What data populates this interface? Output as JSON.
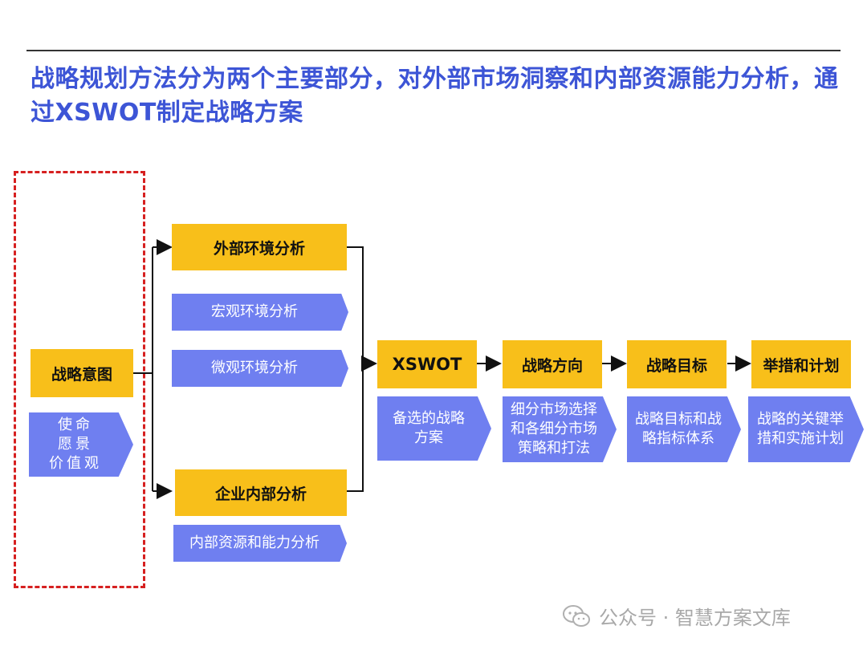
{
  "title": "战略规划方法分为两个主要部分，对外部市场洞察和内部资源能力分析，通过XSWOT制定战略方案",
  "boxes": {
    "intent": "战略意图",
    "external": "外部环境分析",
    "internal": "企业内部分析",
    "xswot": "XSWOT",
    "direction": "战略方向",
    "goal": "战略目标",
    "plan": "举措和计划"
  },
  "chevrons": {
    "mission": "使命\n愿景\n价值观",
    "macro": "宏观环境分析",
    "micro": "微观环境分析",
    "resource": "内部资源和能力分析",
    "xswot_desc": "备选的战略\n方案",
    "direction_desc": "细分市场选择\n和各细分市场\n策略和打法",
    "goal_desc": "战略目标和战\n略指标体系",
    "plan_desc": "战略的关键举\n措和实施计划"
  },
  "watermark": "公众号 · 智慧方案文库",
  "colors": {
    "yellow": "#f8bf1a",
    "chevron": "#6f7ff0",
    "title": "#3d55d6",
    "dash": "#d62020"
  }
}
